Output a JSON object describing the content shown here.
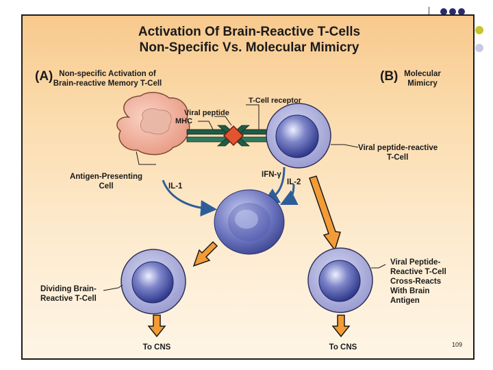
{
  "figure": {
    "title_line1": "Activation Of Brain-Reactive T-Cells",
    "title_line2": "Non-Specific Vs. Molecular Mimicry",
    "panel_a": {
      "letter": "(A)",
      "caption_line1": "Non-specific Activation of",
      "caption_line2": "Brain-reactive Memory T-Cell"
    },
    "panel_b": {
      "letter": "(B)",
      "caption_line1": "Molecular",
      "caption_line2": "Mimicry"
    },
    "labels": {
      "t_cell_receptor": "T-Cell receptor",
      "viral_peptide": "Viral peptide",
      "mhc": "MHC",
      "apc_line1": "Antigen-Presenting",
      "apc_line2": "Cell",
      "il1": "IL-1",
      "ifn": "IFN-γ",
      "il2": "IL-2",
      "viral_tcell_line1": "Viral peptide-reactive",
      "viral_tcell_line2": "T-Cell",
      "dividing_line1": "Dividing Brain-",
      "dividing_line2": "Reactive T-Cell",
      "cross_line1": "Viral Peptide-",
      "cross_line2": "Reactive T-Cell",
      "cross_line3": "Cross-Reacts",
      "cross_line4": "With Brain",
      "cross_line5": "Antigen",
      "to_cns_left": "To CNS",
      "to_cns_right": "To CNS"
    }
  },
  "slide": {
    "page_number": "109",
    "colors": {
      "accent_navy": "#2b2a6e",
      "accent_olive": "#c8c42a",
      "accent_lavender": "#c9c8e6"
    }
  }
}
